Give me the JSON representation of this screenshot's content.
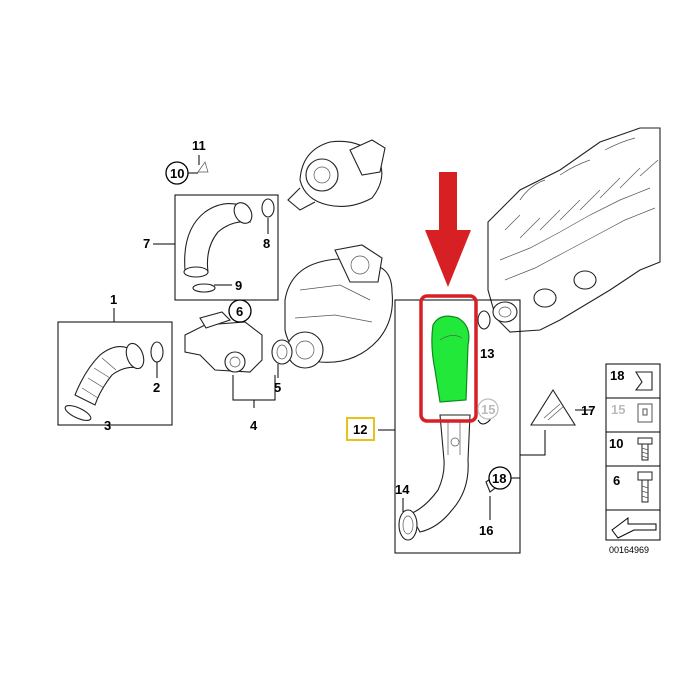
{
  "diagram": {
    "catalog_number": "00164969",
    "callouts": {
      "c1": "1",
      "c2": "2",
      "c3": "3",
      "c4": "4",
      "c5": "5",
      "c6": "6",
      "c7": "7",
      "c8": "8",
      "c9": "9",
      "c10": "10",
      "c11": "11",
      "c12": "12",
      "c13": "13",
      "c14": "14",
      "c15": "15",
      "c16": "16",
      "c17": "17",
      "c18": "18"
    },
    "legend": [
      {
        "number": "18",
        "icon": "clip-icon"
      },
      {
        "number": "15",
        "icon": "clip-nut-icon"
      },
      {
        "number": "10",
        "icon": "bolt-icon"
      },
      {
        "number": "6",
        "icon": "allen-bolt-icon"
      }
    ],
    "highlight": {
      "arrow_color": "#d62024",
      "box_color": "#d62024",
      "part_color": "#22e83a",
      "callout_box_color": "#e6c21a"
    }
  }
}
